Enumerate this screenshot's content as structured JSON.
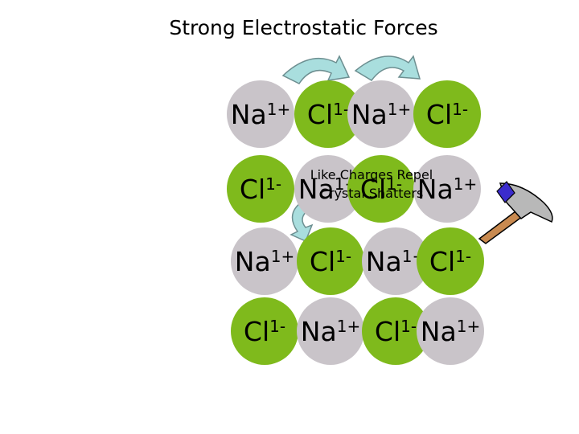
{
  "title": "Strong Electrostatic Forces",
  "ions": [
    [
      {
        "element": "Na",
        "charge": "1+",
        "type": "na"
      },
      {
        "element": "Cl",
        "charge": "1-",
        "type": "cl"
      },
      {
        "element": "Na",
        "charge": "1+",
        "type": "na"
      },
      {
        "element": "Cl",
        "charge": "1-",
        "type": "cl"
      }
    ],
    [
      {
        "element": "Cl",
        "charge": "1-",
        "type": "cl"
      },
      {
        "element": "Na",
        "charge": "1+",
        "type": "na"
      },
      {
        "element": "Cl",
        "charge": "1-",
        "type": "cl"
      },
      {
        "element": "Na",
        "charge": "1+",
        "type": "na"
      }
    ],
    [
      {
        "element": "Na",
        "charge": "1+",
        "type": "na"
      },
      {
        "element": "Cl",
        "charge": "1-",
        "type": "cl"
      },
      {
        "element": "Na",
        "charge": "1+",
        "type": "na"
      },
      {
        "element": "Cl",
        "charge": "1-",
        "type": "cl"
      }
    ],
    [
      {
        "element": "Cl",
        "charge": "1-",
        "type": "cl"
      },
      {
        "element": "Na",
        "charge": "1+",
        "type": "na"
      },
      {
        "element": "Cl",
        "charge": "1-",
        "type": "cl"
      },
      {
        "element": "Na",
        "charge": "1+",
        "type": "na"
      }
    ]
  ],
  "captions": {
    "line1": "Like Charges Repel",
    "line2": "Crystal Shatters"
  },
  "colors": {
    "sodium": "#c9c4c9",
    "chloride": "#7fba1c",
    "arrow": "#a9dede",
    "hammer_handle": "#c98a50",
    "hammer_head": "#b8b8b8",
    "hammer_face": "#3b2ccc"
  },
  "icons": {
    "arrows": "curved-arrow-icon",
    "tool": "hammer-icon"
  }
}
